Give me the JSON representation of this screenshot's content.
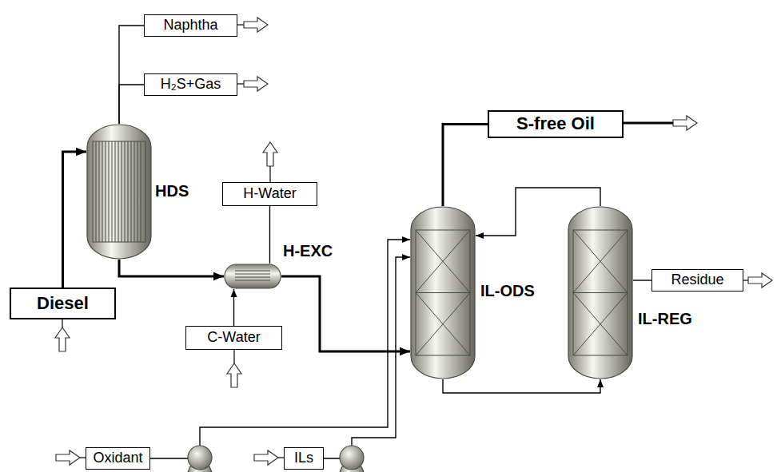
{
  "diagram": {
    "nodes": [
      {
        "text": [
          "Naphtha"
        ]
      },
      {
        "text": [
          "H₂S+Gas"
        ]
      },
      {
        "text": [
          "S-free Oil"
        ]
      },
      {
        "text": [
          "HDS"
        ]
      },
      {
        "text": [
          "H-Water"
        ]
      },
      {
        "text": [
          "H-EXC"
        ]
      },
      {
        "text": [
          "IL-ODS"
        ]
      },
      {
        "text": [
          "Residue"
        ]
      },
      {
        "text": [
          "IL-REG"
        ]
      },
      {
        "text": [
          "Diesel"
        ]
      },
      {
        "text": [
          "C-Water"
        ]
      },
      {
        "text": [
          "Oxidant"
        ]
      },
      {
        "text": [
          "ILs"
        ]
      }
    ],
    "edges": [
      {
        "from": 9,
        "to": 3,
        "arrow": "to"
      },
      {
        "from": 3,
        "to": 0,
        "arrow": "none"
      },
      {
        "from": 3,
        "to": 1,
        "arrow": "none"
      },
      {
        "from": 3,
        "to": 5,
        "arrow": "to"
      },
      {
        "from": 10,
        "to": 5,
        "arrow": "to"
      },
      {
        "from": 5,
        "to": 4,
        "arrow": "none"
      },
      {
        "from": 5,
        "to": 6,
        "arrow": "to"
      },
      {
        "from": 11,
        "to": 6,
        "arrow": "to"
      },
      {
        "from": 12,
        "to": 6,
        "arrow": "to"
      },
      {
        "from": 6,
        "to": 2,
        "arrow": "none"
      },
      {
        "from": 6,
        "to": 8,
        "arrow": "to"
      },
      {
        "from": 8,
        "to": 6,
        "arrow": "to"
      },
      {
        "from": 8,
        "to": 7,
        "arrow": "none"
      }
    ]
  }
}
